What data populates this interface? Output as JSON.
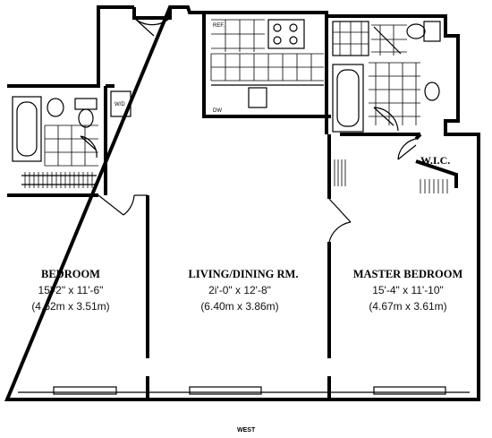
{
  "rooms": {
    "bedroom": {
      "name": "BEDROOM",
      "dim_imperial": "15'-2\" x 11'-6\"",
      "dim_metric": "(4.62m x 3.51m)"
    },
    "living": {
      "name": "LIVING/DINING RM.",
      "dim_imperial": "2i'-0\" x 12'-8\"",
      "dim_metric": "(6.40m x 3.86m)"
    },
    "master": {
      "name": "MASTER BEDROOM",
      "dim_imperial": "15'-4\" x 11'-10\"",
      "dim_metric": "(4.67m x 3.61m)"
    }
  },
  "closet_label": "W.I.C.",
  "wd_label": "W/D",
  "ref_label": "REF.",
  "dw_label": "DW",
  "orientation": "WEST"
}
